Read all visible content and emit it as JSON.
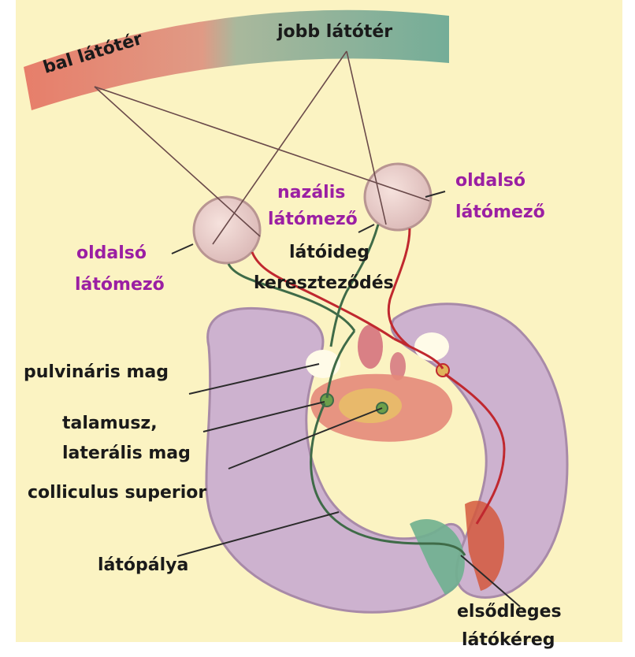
{
  "colors": {
    "background": "#fbf3c2",
    "brain": "#cdb2cf",
    "brain_outline": "#a88aa8",
    "left_field": "#e77e6a",
    "right_field": "#74ad98",
    "label_purple": "#9b1fa3",
    "label_dark": "#1a1a1a",
    "pointer_line": "#2b2b2b",
    "red_pathway": "#c0282f",
    "green_pathway": "#3f6b48"
  },
  "labels": {
    "bal_latoter": "bal látótér",
    "jobb_latoter": "jobb látótér",
    "nazalis_1": "nazális",
    "nazalis_2": "látómező",
    "oldalso_right_1": "oldalsó",
    "oldalso_right_2": "látómező",
    "oldalso_left_1": "oldalsó",
    "oldalso_left_2": "látómező",
    "chiasm_1": "látóideg",
    "chiasm_2": "kereszteződés",
    "pulvinar": "pulvináris mag",
    "thalamus_1": "talamusz,",
    "thalamus_2": "laterális mag",
    "colliculus": "colliculus superior",
    "tract": "látópálya",
    "cortex_1": "elsődleges",
    "cortex_2": "látókéreg"
  }
}
